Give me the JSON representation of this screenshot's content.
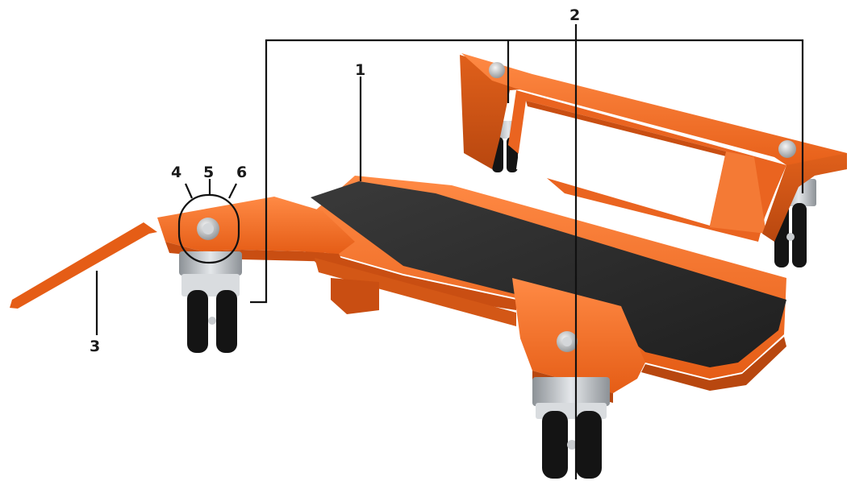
{
  "callouts": [
    {
      "id": "1",
      "label": "1"
    },
    {
      "id": "2",
      "label": "2"
    },
    {
      "id": "3",
      "label": "3"
    },
    {
      "id": "4",
      "label": "4"
    },
    {
      "id": "5",
      "label": "5"
    },
    {
      "id": "6",
      "label": "6"
    }
  ],
  "colors": {
    "frame": "#f26a21",
    "frame_shade": "#c94e12",
    "frame_light": "#ff8a45",
    "pad": "#2b2b2b",
    "wheel": "#141414",
    "caster_metal": "#b8bcc0",
    "leader": "#111111",
    "background": "#ffffff"
  }
}
